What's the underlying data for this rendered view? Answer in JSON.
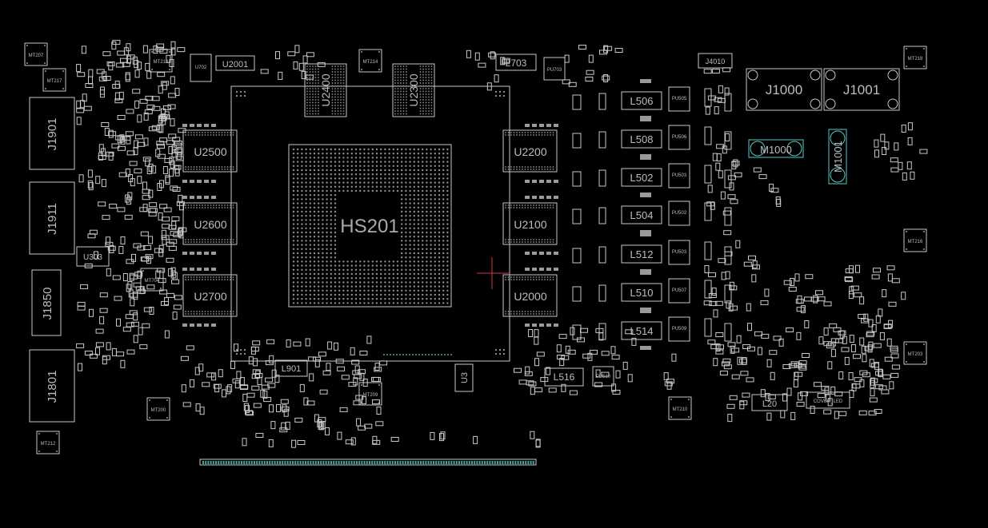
{
  "viewer": {
    "background": "#000000",
    "silkscreen_color": "#c8c8c8",
    "highlight_color": "#5ec7c7",
    "cursor_color": "#c84040"
  },
  "gpu": {
    "label": "HS201"
  },
  "memory": [
    {
      "id": "u2500",
      "label": "U2500"
    },
    {
      "id": "u2600",
      "label": "U2600"
    },
    {
      "id": "u2700",
      "label": "U2700"
    },
    {
      "id": "u2200",
      "label": "U2200"
    },
    {
      "id": "u2100",
      "label": "U2100"
    },
    {
      "id": "u2000",
      "label": "U2000"
    },
    {
      "id": "u2400",
      "label": "U2400"
    },
    {
      "id": "u2300",
      "label": "U2300"
    }
  ],
  "connectors": [
    {
      "id": "j1901",
      "label": "J1901"
    },
    {
      "id": "j1911",
      "label": "J1911"
    },
    {
      "id": "j1850",
      "label": "J1850"
    },
    {
      "id": "j1801",
      "label": "J1801"
    },
    {
      "id": "j1000",
      "label": "J1000"
    },
    {
      "id": "j1001",
      "label": "J1001"
    }
  ],
  "inductors": [
    "L506",
    "L508",
    "L502",
    "L504",
    "L512",
    "L510",
    "L514"
  ],
  "pwm_ics": [
    "PU505",
    "PU506",
    "PU503",
    "PU502",
    "PU503",
    "PU507",
    "PU509"
  ],
  "misc": {
    "u303": "U303",
    "l901": "L901",
    "u3": "U3",
    "l516": "L516",
    "l703": "L703",
    "u2001": "U2001",
    "l20": "L20",
    "m1000": "M1000",
    "m1001": "M1001",
    "j4010": "J4010",
    "pu703": "PU703",
    "pu510": "PU510",
    "u702": "U702",
    "cover_led": "COVER_LED"
  },
  "mounting_holes": [
    "MT207",
    "MT217",
    "MT213",
    "MT214",
    "MT218",
    "MT216",
    "MT203",
    "MT200",
    "MT209",
    "MT210",
    "MT212",
    "MT704"
  ]
}
